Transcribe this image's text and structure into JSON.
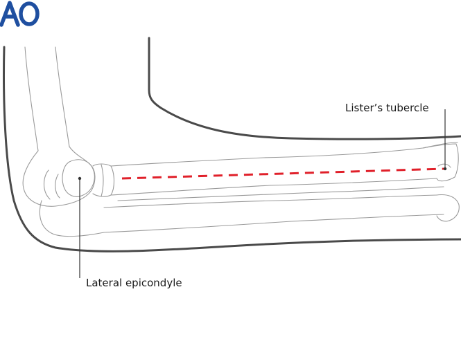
{
  "labels": {
    "listers_tubercle": "Lister’s tubercle",
    "lateral_epicondyle": "Lateral epicondyle"
  },
  "logo": {
    "text": "AO",
    "color": "#1f4fa0"
  },
  "colors": {
    "outline": "#4a4a4a",
    "bone_line": "#9a9a9a",
    "incision_line": "#e0202a",
    "leader_line": "#333333"
  },
  "icons": {
    "logo": "ao-foundation-logo"
  }
}
